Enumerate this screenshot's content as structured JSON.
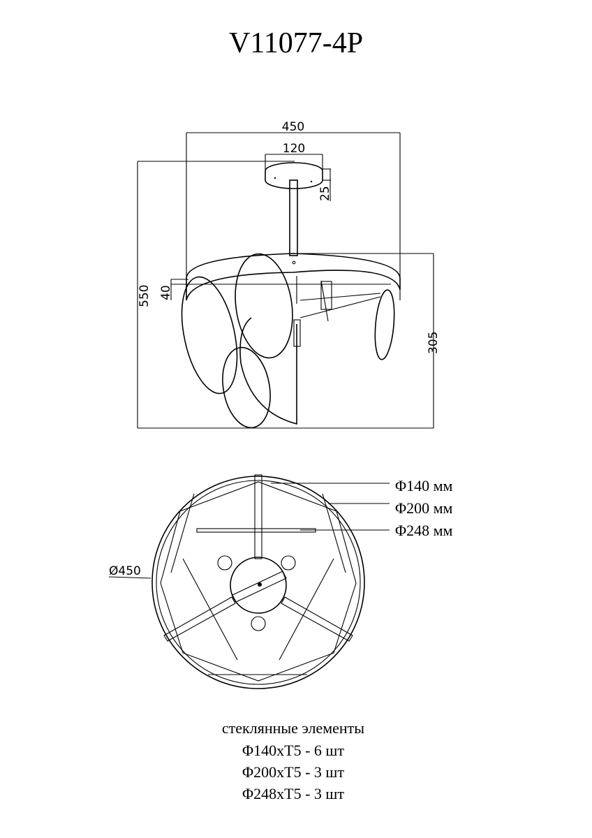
{
  "title": "V11077-4P",
  "side_view": {
    "dimensions": {
      "width": "450",
      "canopy_width": "120",
      "canopy_height": "25",
      "total_height": "550",
      "ring_height": "40",
      "body_height": "305"
    }
  },
  "bottom_view": {
    "diameter": "Ø450",
    "callouts": [
      "Φ140 мм",
      "Φ200 мм",
      "Φ248 мм"
    ]
  },
  "notes": {
    "heading": "стеклянные элементы",
    "lines": [
      "Φ140хТ5 - 6 шт",
      "Φ200хТ5 - 3 шт",
      "Φ248хТ5 - 3 шт"
    ]
  },
  "colors": {
    "line": "#000000",
    "background": "#ffffff"
  }
}
